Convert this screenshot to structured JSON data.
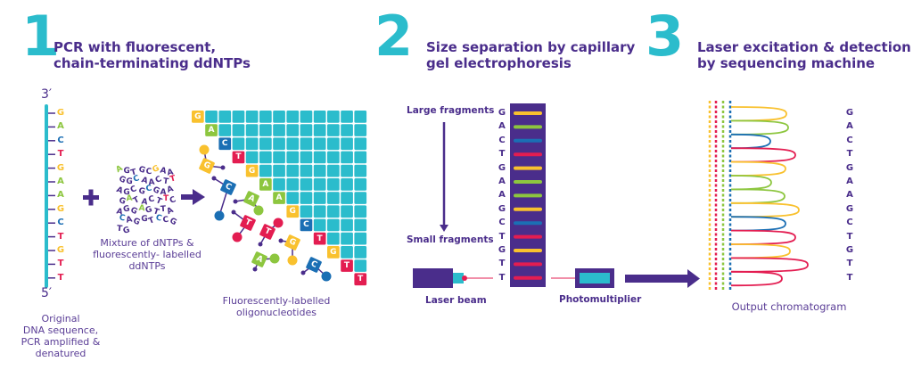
{
  "steps": [
    {
      "number": "1",
      "title_line1": "PCR with fluorescent,",
      "title_line2": "chain-terminating ddNTPs"
    },
    {
      "number": "2",
      "title_line1": "Size separation by capillary",
      "title_line2": "gel electrophoresis"
    },
    {
      "number": "3",
      "title_line1": "Laser excitation & detection",
      "title_line2": "by sequencing machine"
    }
  ],
  "sequence": [
    "G",
    "A",
    "C",
    "T",
    "G",
    "A",
    "A",
    "G",
    "C",
    "T",
    "G",
    "T",
    "T"
  ],
  "base_colors": {
    "G": "#f9c12e",
    "A": "#8dc63f",
    "C": "#1b6fb4",
    "T": "#e31d51"
  },
  "colors": {
    "purple": "#4a2d8b",
    "teal": "#2bbccc"
  },
  "strand": {
    "top_label": "3′",
    "bottom_label": "5′",
    "caption_lines": [
      "Original",
      "DNA sequence,",
      "PCR amplified &",
      "denatured"
    ]
  },
  "mixture": {
    "letters": [
      "A",
      "G",
      "T",
      "G",
      "C",
      "G",
      "A",
      "A",
      "G",
      "G",
      "C",
      "A",
      "A",
      "C",
      "T",
      "T",
      "A",
      "G",
      "C",
      "G",
      "C",
      "G",
      "A",
      "A",
      "G",
      "A",
      "T",
      "A",
      "C",
      "T",
      "T",
      "C",
      "A",
      "G",
      "G",
      "A",
      "G",
      "T",
      "T",
      "A",
      "C",
      "A",
      "G",
      "G",
      "T",
      "C",
      "C",
      "G",
      "T",
      "G"
    ],
    "caption_lines": [
      "Mixture of dNTPs &",
      "fluorescently- labelled",
      "ddNTPs"
    ]
  },
  "oligo_caption_lines": [
    "Fluorescently-labelled",
    "oligonucleotides"
  ],
  "gel": {
    "large_label": "Large fragments",
    "small_label": "Small fragments",
    "laser_label": "Laser beam",
    "detector_label": "Photomultiplier"
  },
  "chromatogram": {
    "caption": "Output chromatogram"
  }
}
